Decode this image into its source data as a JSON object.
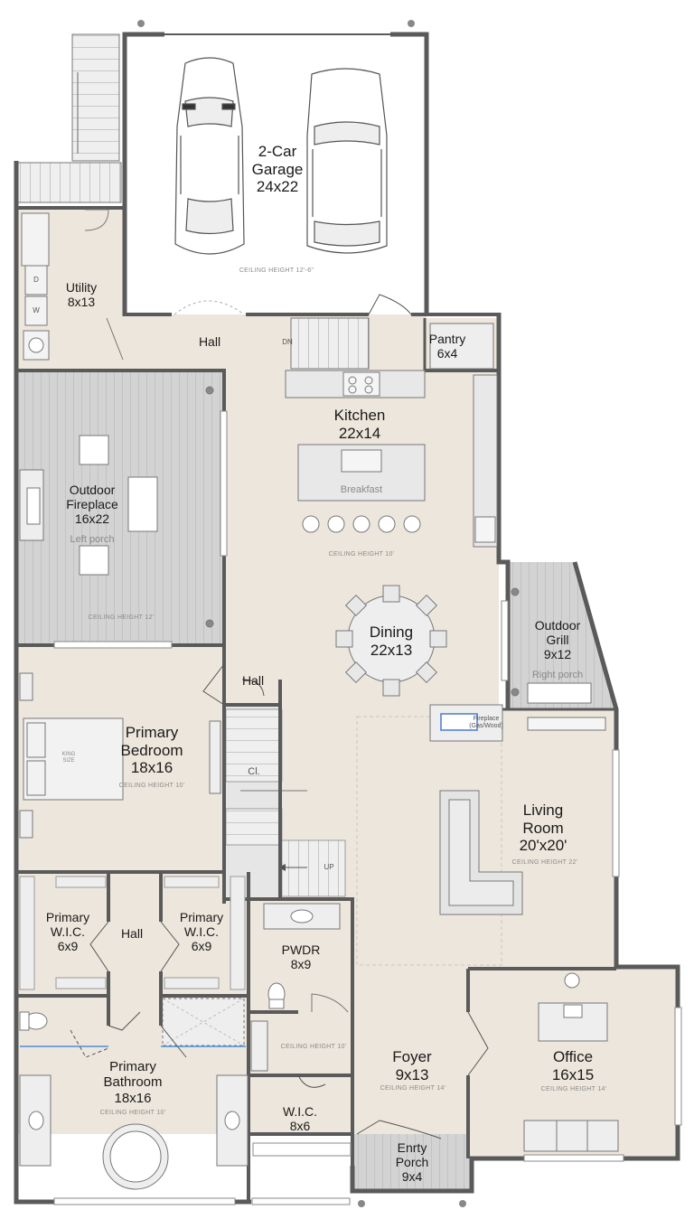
{
  "rooms": {
    "garage": {
      "name": "2-Car\nGarage",
      "size": "24x22",
      "ceiling": "CEILING HEIGHT 12'-6\""
    },
    "utility": {
      "name": "Utility",
      "size": "8x13"
    },
    "hall_top": {
      "name": "Hall"
    },
    "pantry": {
      "name": "Pantry",
      "size": "6x4"
    },
    "kitchen": {
      "name": "Kitchen",
      "size": "22x14",
      "ceiling": "CEILING HEIGHT 10'"
    },
    "breakfast": {
      "name": "Breakfast"
    },
    "outdoor_fireplace": {
      "name": "Outdoor\nFireplace",
      "size": "16x22",
      "sub": "Left porch",
      "ceiling": "CEILING HEIGHT 12'"
    },
    "dining": {
      "name": "Dining",
      "size": "22x13"
    },
    "outdoor_grill": {
      "name": "Outdoor\nGrill",
      "size": "9x12",
      "sub": "Right porch"
    },
    "hall_mid": {
      "name": "Hall"
    },
    "primary_bedroom": {
      "name": "Primary\nBedroom",
      "size": "18x16",
      "ceiling": "CEILING HEIGHT 10'",
      "bed": "KING\nSIZE"
    },
    "closet": {
      "name": "Cl."
    },
    "fireplace": {
      "name": "Fireplace\n(Gas/Wood)"
    },
    "living_room": {
      "name": "Living\nRoom",
      "size": "20'x20'",
      "ceiling": "CEILING HEIGHT 22'"
    },
    "wic_left": {
      "name": "Primary\nW.I.C.",
      "size": "6x9"
    },
    "hall_low": {
      "name": "Hall"
    },
    "wic_right": {
      "name": "Primary\nW.I.C.",
      "size": "6x9"
    },
    "pwdr": {
      "name": "PWDR",
      "size": "8x9"
    },
    "primary_bathroom": {
      "name": "Primary\nBathroom",
      "size": "18x16",
      "ceiling": "CEILING HEIGHT 10'"
    },
    "foyer": {
      "name": "Foyer",
      "size": "9x13",
      "ceiling": "CEILING HEIGHT 14'",
      "ceiling_left": "CEILING HEIGHT 10'"
    },
    "office": {
      "name": "Office",
      "size": "16x15",
      "ceiling": "CEILING HEIGHT 14'"
    },
    "wic_small": {
      "name": "W.I.C.",
      "size": "8x6"
    },
    "entry_porch": {
      "name": "Enrty\nPorch",
      "size": "9x4"
    }
  },
  "stair_marks": {
    "down": "DN",
    "up": "UP"
  },
  "appliance_marks": {
    "w": "W",
    "d": "D"
  },
  "colors": {
    "wall": "#5a5a5a",
    "floor": "#ede6dc",
    "porch": "#d3d3d3",
    "cabinet": "#e8e8e8"
  }
}
